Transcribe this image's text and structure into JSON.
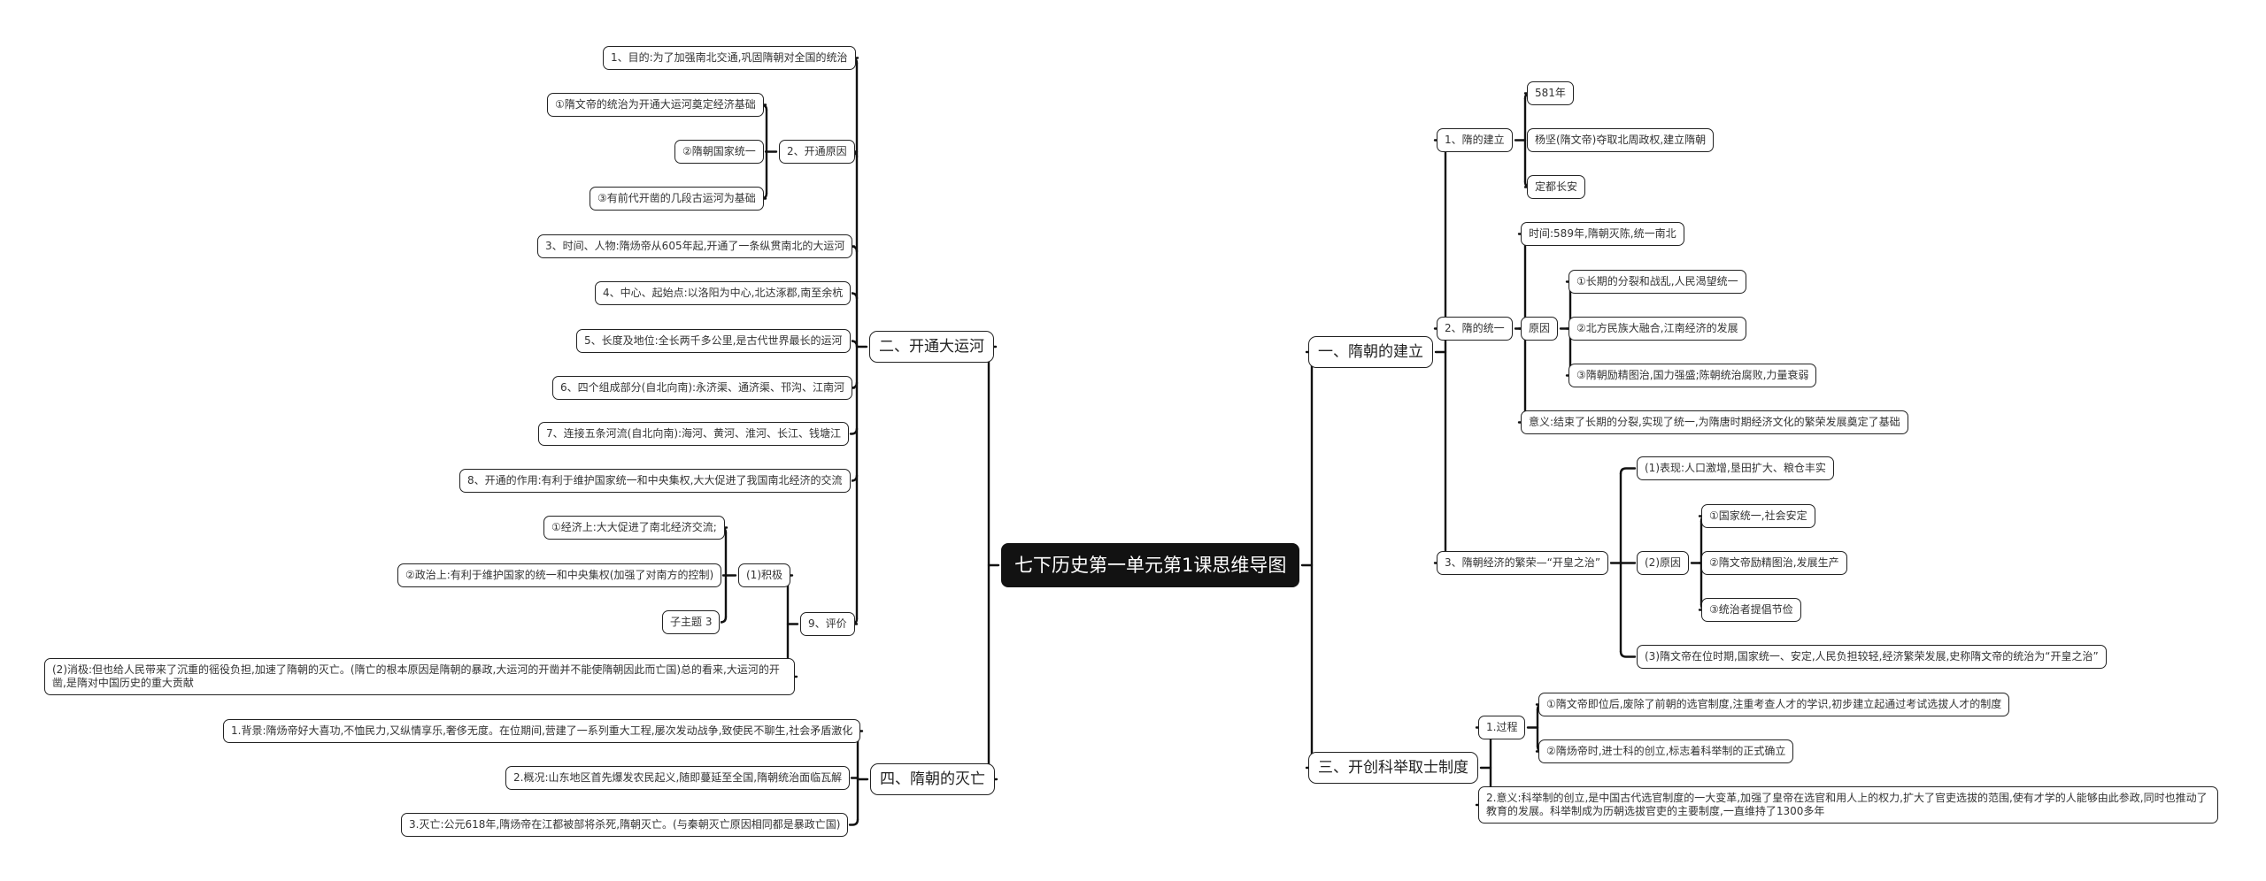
{
  "root": "七下历史第一单元第1课思维导图",
  "left": {
    "canal": {
      "title": "二、开通大运河",
      "items": {
        "purpose": "1、目的:为了加强南北交通,巩固隋朝对全国的统治",
        "reasons": {
          "title": "2、开通原因",
          "items": [
            "①隋文帝的统治为开通大运河奠定经济基础",
            "②隋朝国家统一",
            "③有前代开凿的几段古运河为基础"
          ]
        },
        "time": "3、时间、人物:隋炀帝从605年起,开通了一条纵贯南北的大运河",
        "center": "4、中心、起始点:以洛阳为中心,北达涿郡,南至余杭",
        "length": "5、长度及地位:全长两千多公里,是古代世界最长的运河",
        "parts": "6、四个组成部分(自北向南):永济渠、通济渠、邗沟、江南河",
        "rivers": "7、连接五条河流(自北向南):海河、黄河、淮河、长江、钱塘江",
        "effect": "8、开通的作用:有利于维护国家统一和中央集权,大大促进了我国南北经济的交流",
        "evaluation": {
          "title": "9、评价",
          "positive": {
            "title": "(1)积极",
            "items": [
              "①经济上:大大促进了南北经济交流;",
              "②政治上:有利于维护国家的统一和中央集权(加强了对南方的控制)",
              "子主题 3"
            ]
          },
          "negative": "(2)消极:但也给人民带来了沉重的徭役负担,加速了隋朝的灭亡。(隋亡的根本原因是隋朝的暴政,大运河的开凿并不能使隋朝因此而亡国)总的看来,大运河的开凿,是隋对中国历史的重大贡献"
        }
      }
    },
    "fall": {
      "title": "四、隋朝的灭亡",
      "items": [
        "1.背景:隋炀帝好大喜功,不恤民力,又纵情享乐,奢侈无度。在位期间,营建了一系列重大工程,屡次发动战争,致使民不聊生,社会矛盾激化",
        "2.概况:山东地区首先爆发农民起义,随即蔓延至全国,隋朝统治面临瓦解",
        "3.灭亡:公元618年,隋炀帝在江都被部将杀死,隋朝灭亡。(与秦朝灭亡原因相同都是暴政亡国)"
      ]
    }
  },
  "right": {
    "founding": {
      "title": "一、隋朝的建立",
      "establish": {
        "title": "1、隋的建立",
        "items": [
          "581年",
          "杨坚(隋文帝)夺取北周政权,建立隋朝",
          "定都长安"
        ]
      },
      "unify": {
        "title": "2、隋的统一",
        "time": "时间:589年,隋朝灭陈,统一南北",
        "reason": {
          "title": "原因",
          "items": [
            "①长期的分裂和战乱,人民渴望统一",
            "②北方民族大融合,江南经济的发展",
            "③隋朝励精图治,国力强盛;陈朝统治腐败,力量衰弱"
          ]
        },
        "meaning": "意义:结束了长期的分裂,实现了统一,为隋唐时期经济文化的繁荣发展奠定了基础"
      },
      "prosperity": {
        "title": "3、隋朝经济的繁荣—“开皇之治”",
        "show": "(1)表现:人口激增,垦田扩大、粮仓丰实",
        "reason": {
          "title": "(2)原因",
          "items": [
            "①国家统一,社会安定",
            "②隋文帝励精图治,发展生产",
            "③统治者提倡节俭"
          ]
        },
        "summary": "(3)隋文帝在位时期,国家统一、安定,人民负担较轻,经济繁荣发展,史称隋文帝的统治为“开皇之治”"
      }
    },
    "exam": {
      "title": "三、开创科举取士制度",
      "process": {
        "title": "1.过程",
        "items": [
          "①隋文帝即位后,废除了前朝的选官制度,注重考查人才的学识,初步建立起通过考试选拔人才的制度",
          "②隋炀帝时,进士科的创立,标志着科举制的正式确立"
        ]
      },
      "meaning": "2.意义:科举制的创立,是中国古代选官制度的一大变革,加强了皇帝在选官和用人上的权力,扩大了官吏选拔的范围,使有才学的人能够由此参政,同时也推动了教育的发展。科举制成为历朝选拔官吏的主要制度,一直维持了1300多年"
    }
  },
  "colors": {
    "line": "#111111",
    "root_bg": "#121212",
    "root_text": "#ffffff",
    "node_border": "#222222"
  }
}
